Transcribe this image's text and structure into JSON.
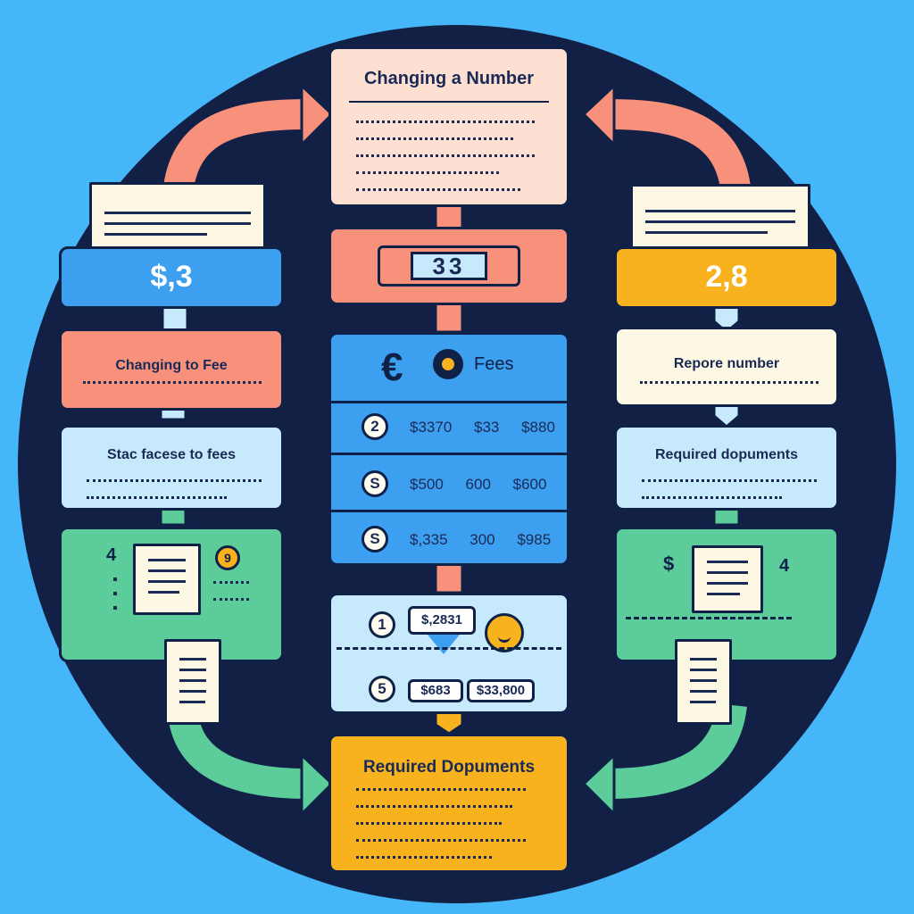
{
  "colors": {
    "background": "#45b6f7",
    "disc": "#122046",
    "outline": "#0f2147",
    "card_peach": "#fde0d2",
    "card_salmon": "#f8917c",
    "card_blue": "#3d9ff0",
    "card_lightblue": "#c6e9fb",
    "card_green": "#5ccd9a",
    "card_yellow": "#f7b21e",
    "card_cream": "#fdf8e4",
    "arrow_salmon": "#f8917c",
    "arrow_green": "#5ccd9a"
  },
  "top_card": {
    "title": "Changing a Number"
  },
  "code_box": {
    "text": "33"
  },
  "fees_panel": {
    "title": "Fees",
    "currency_icon": "euro-icon",
    "rows": [
      {
        "badge": "2",
        "text": "$3370 $33 $880"
      },
      {
        "badge": "S",
        "text": "$500 600 $600"
      },
      {
        "badge": "S",
        "text": "$,335 300 $985"
      }
    ]
  },
  "calc_panel": {
    "row1_badge": "1",
    "row1_chip": "$,2831",
    "row2_badge": "5",
    "row2_chip_a": "$683",
    "row2_chip_b": "$33,800",
    "face_icon": "smiley-face-icon"
  },
  "bottom_card": {
    "title": "Required Dopuments"
  },
  "left_column": {
    "amount": "$,3",
    "card1_title": "Changing to Fee",
    "card2_title": "Stac facese to fees",
    "green_card_label": "4",
    "green_card_coin": "9"
  },
  "right_column": {
    "amount": "2,8",
    "card1_title": "Repore number",
    "card2_title": "Required dopuments",
    "green_card_label_left": "$",
    "green_card_label_right": "4"
  }
}
